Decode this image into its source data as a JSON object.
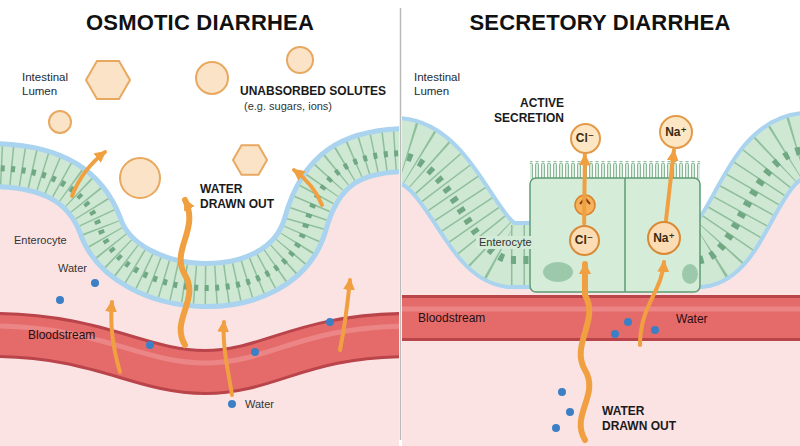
{
  "diagram": {
    "nodes": [
      {
        "text": [
          "Cl⁻"
        ]
      },
      {
        "text": [
          "Na⁺"
        ]
      },
      {
        "text": [
          "Cl⁻"
        ]
      },
      {
        "text": [
          "Na⁺"
        ]
      }
    ],
    "edges": [
      {
        "from": 2,
        "to": 0,
        "arrow": "to"
      },
      {
        "from": 3,
        "to": 1,
        "arrow": "to"
      }
    ],
    "labels": [
      "OSMOTIC DIARRHEA",
      "SECRETORY DIARRHEA",
      "Intestinal Lumen",
      "UNABSORBED SOLUTES",
      "(e.g. sugars, ions)",
      "WATER DRAWN OUT",
      "Enterocyte",
      "Water",
      "Bloodstream",
      "Water",
      "Intestinal Lumen",
      "ACTIVE SECRETION",
      "Enterocyte",
      "Bloodstream",
      "Water",
      "WATER DRAWN OUT"
    ]
  }
}
